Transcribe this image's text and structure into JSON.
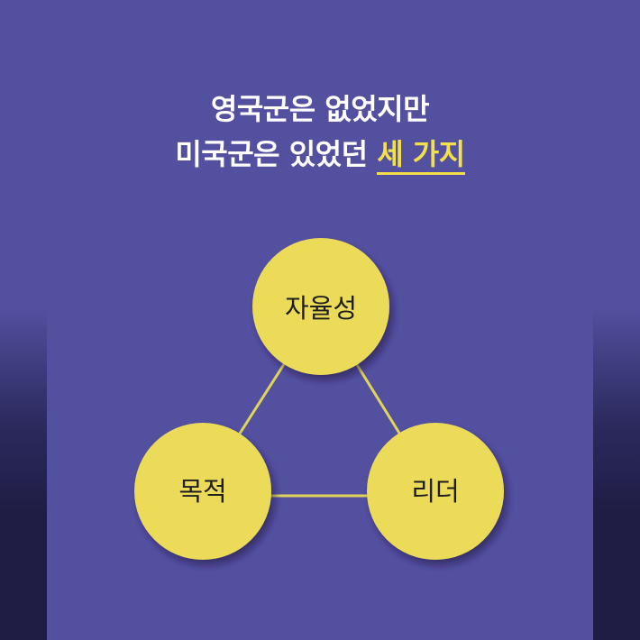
{
  "headline": {
    "line1": "영국군은 없었지만",
    "line2_prefix": "미국군은 있었던 ",
    "line2_highlight": "세 가지"
  },
  "nodes": {
    "top": "자율성",
    "left": "목적",
    "right": "리더"
  },
  "colors": {
    "background": "#5350a0",
    "circle_fill": "#ebdb58",
    "connector": "#e0d45a",
    "highlight": "#f3e04a"
  }
}
